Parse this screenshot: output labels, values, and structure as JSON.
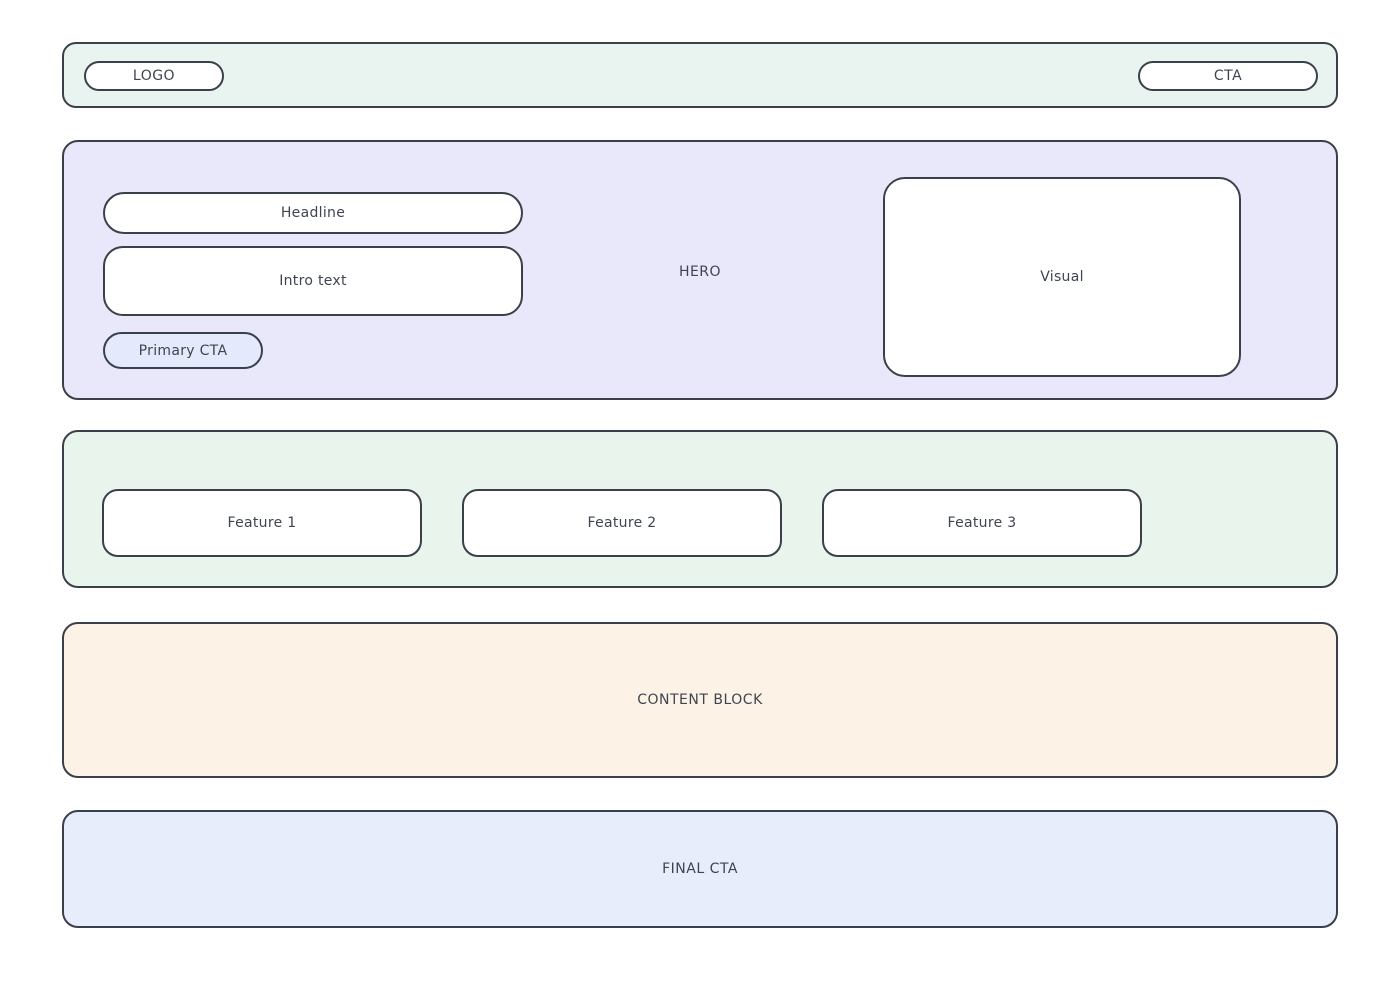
{
  "colors": {
    "border": "#3a404a",
    "text": "#3f454e",
    "header_bg": "#e9f3f0",
    "hero_bg": "#e9e7fa",
    "features_bg": "#e9f4ec",
    "content_bg": "#fdf2e6",
    "final_bg": "#e7edfb",
    "primary_cta_bg": "#e4eafc",
    "box_bg": "#ffffff"
  },
  "header": {
    "logo_label": "LOGO",
    "cta_label": "CTA"
  },
  "hero": {
    "section_label": "HERO",
    "headline_label": "Headline",
    "intro_label": "Intro text",
    "primary_cta_label": "Primary CTA",
    "visual_label": "Visual"
  },
  "features": {
    "items": [
      {
        "label": "Feature 1"
      },
      {
        "label": "Feature 2"
      },
      {
        "label": "Feature 3"
      }
    ]
  },
  "content_block": {
    "label": "CONTENT BLOCK"
  },
  "final_cta": {
    "label": "FINAL CTA"
  }
}
